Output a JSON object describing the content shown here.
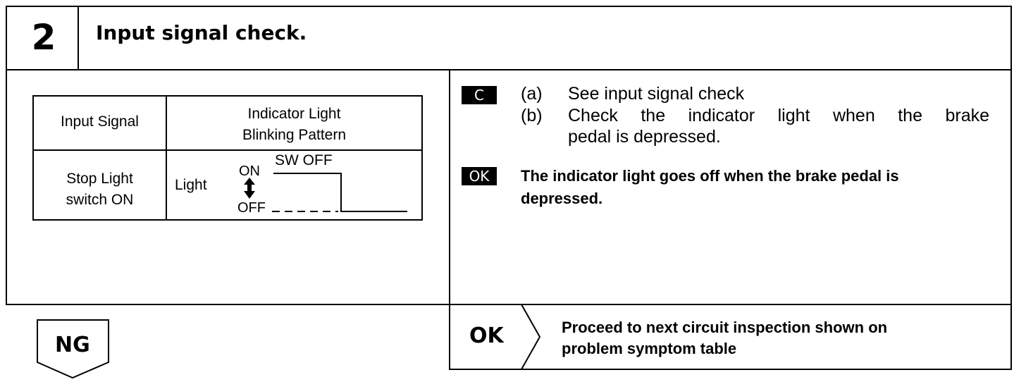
{
  "header": {
    "step_number": "2",
    "title": "Input signal check."
  },
  "signal_table": {
    "col1_header": "Input Signal",
    "col2_header_line1": "Indicator Light",
    "col2_header_line2": "Blinking Pattern",
    "row1_signal_line1": "Stop Light",
    "row1_signal_line2": "switch ON",
    "row1_light_label": "Light",
    "row1_on_label": "ON",
    "row1_off_label": "OFF",
    "row1_sw_label": "SW OFF"
  },
  "instructions": {
    "badge": "C",
    "step_a_label": "(a)",
    "step_a_text": "See input signal check",
    "step_b_label": "(b)",
    "step_b_line1": "Check the indicator light when the brake",
    "step_b_line2": "pedal is depressed."
  },
  "ok_result": {
    "badge": "OK",
    "line1": "The indicator light goes off when the brake pedal is",
    "line2": "depressed."
  },
  "ok_branch": {
    "label": "OK",
    "line1": "Proceed to next circuit inspection shown on",
    "line2": "problem symptom table"
  },
  "ng_branch": {
    "label": "NG"
  }
}
